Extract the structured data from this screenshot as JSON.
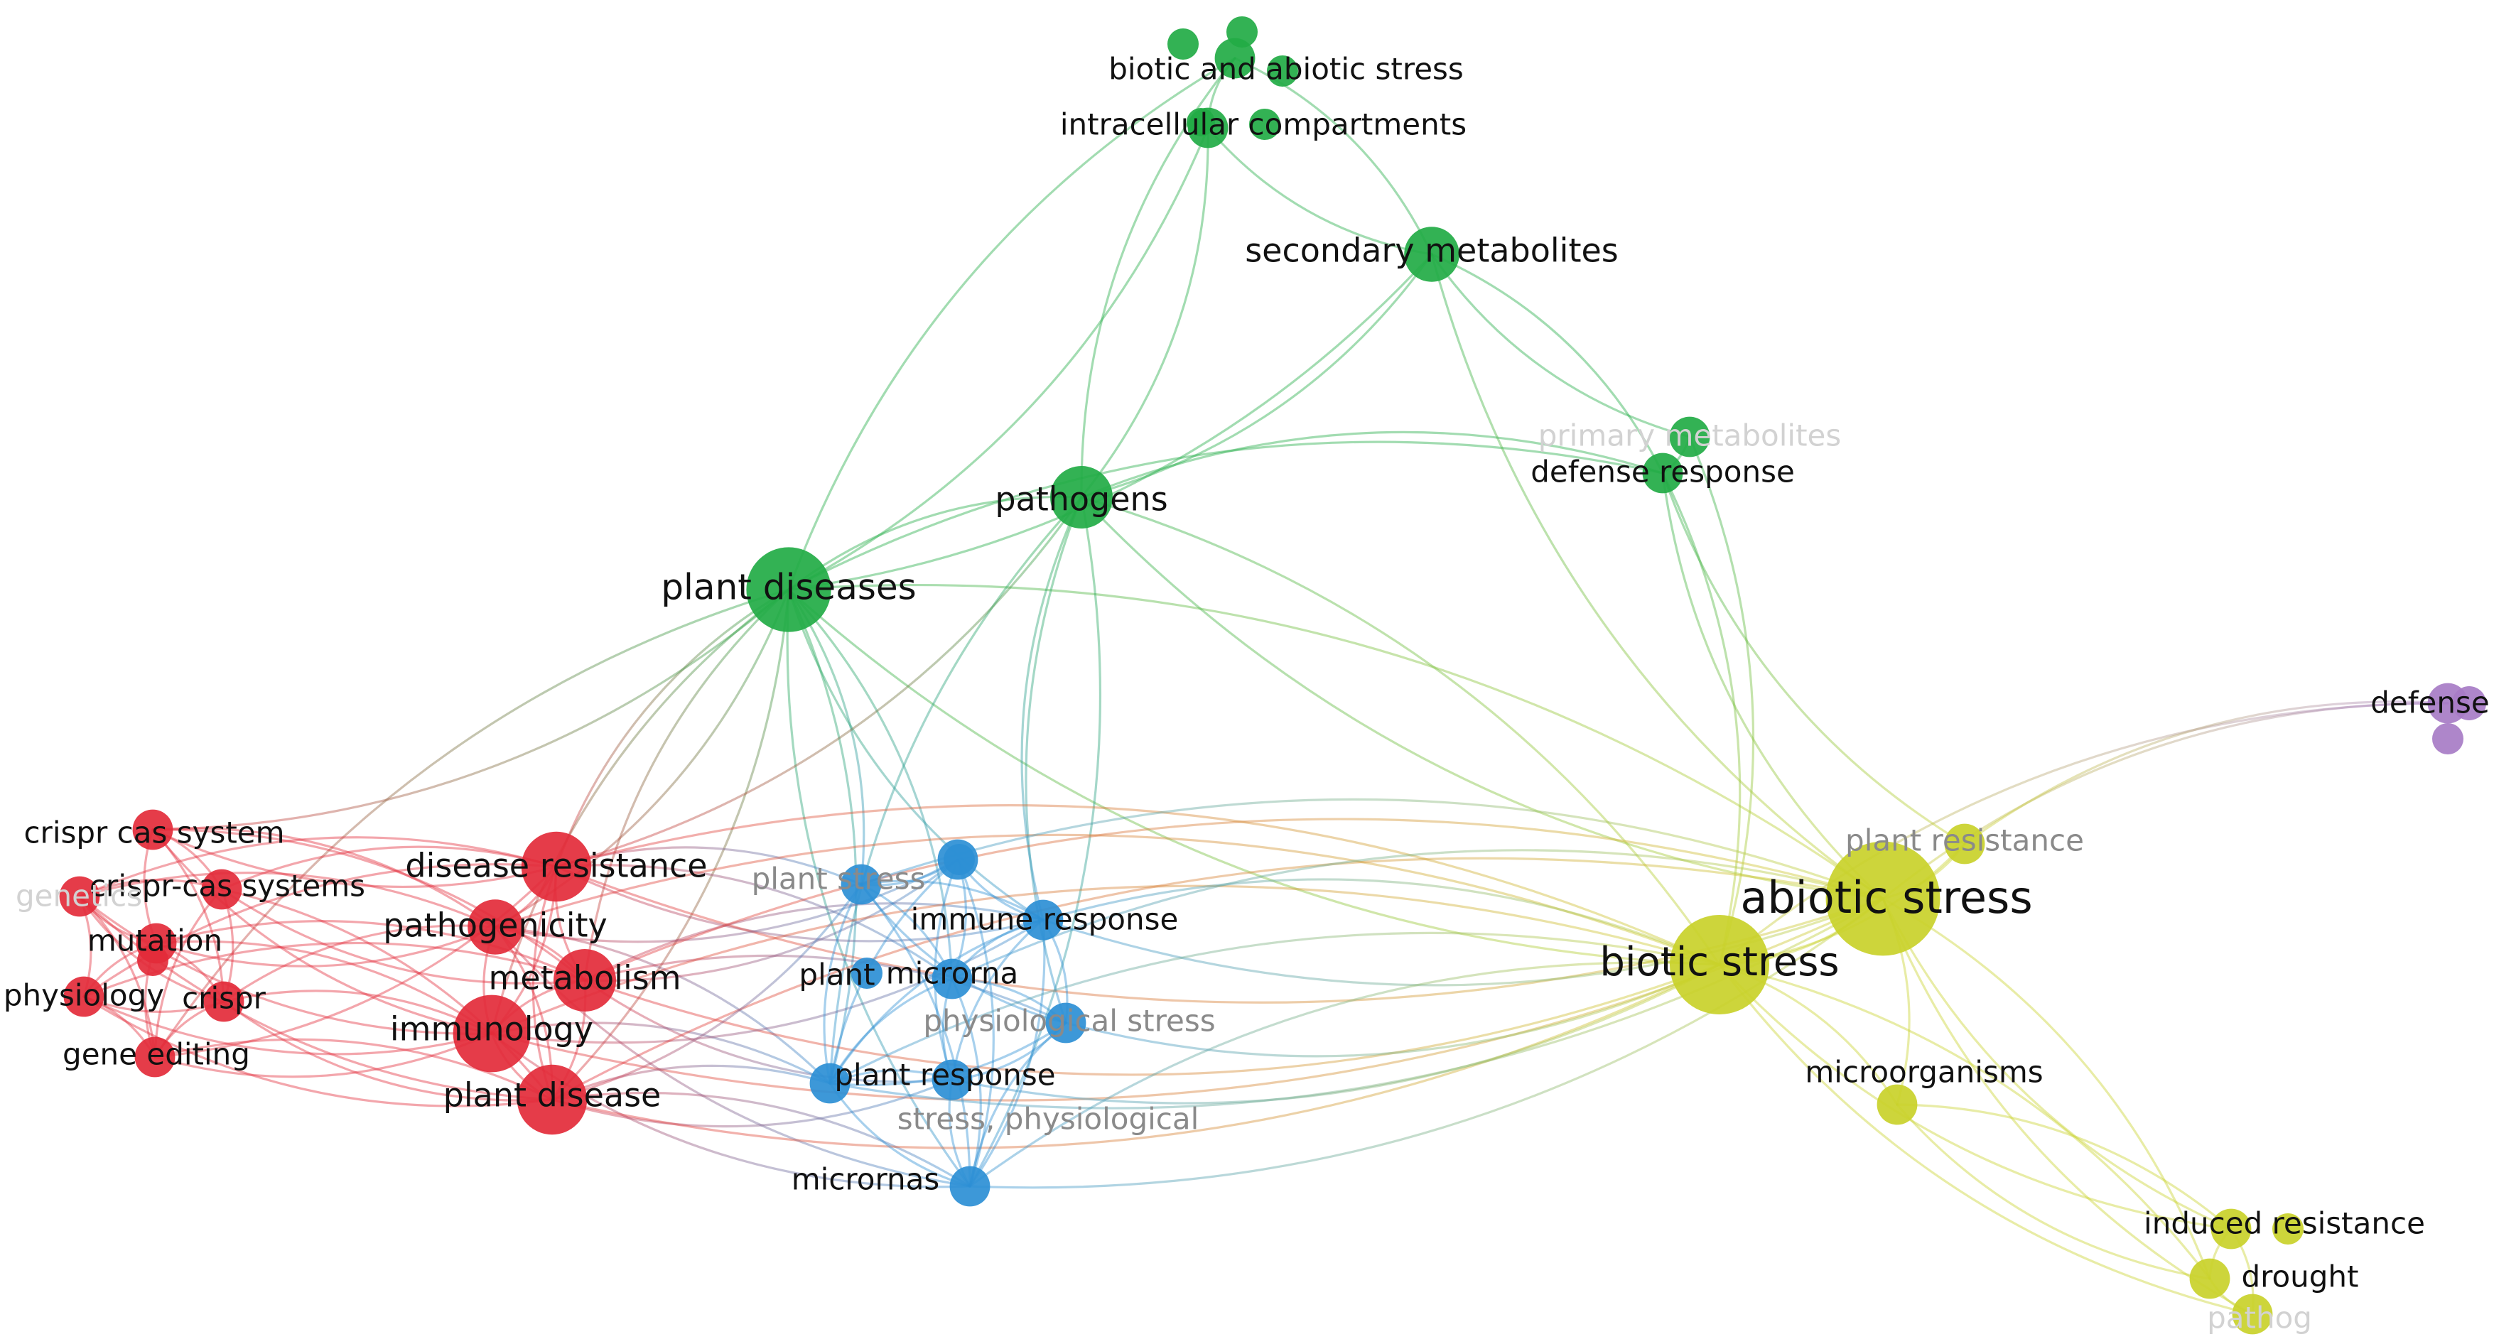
{
  "title": "",
  "clusters": {
    "red": "#e32b3a",
    "green": "#22ab45",
    "blue": "#2d8fd5",
    "yellow": "#c9d12a",
    "purple": "#a77cc6"
  },
  "nodes": [
    {
      "id": "biotic-and-abiotic-stress",
      "label": "biotic and abiotic stress",
      "cluster": "green",
      "weight": 2,
      "emphasis": "normal"
    },
    {
      "id": "intracellular-compartments",
      "label": "intracellular compartments",
      "cluster": "green",
      "weight": 2,
      "emphasis": "normal"
    },
    {
      "id": "secondary-metabolites",
      "label": "secondary metabolites",
      "cluster": "green",
      "weight": 4,
      "emphasis": "normal"
    },
    {
      "id": "primary-metabolites",
      "label": "primary metabolites",
      "cluster": "green",
      "weight": 2,
      "emphasis": "ghost"
    },
    {
      "id": "defense-response",
      "label": "defense response",
      "cluster": "green",
      "weight": 2,
      "emphasis": "normal"
    },
    {
      "id": "pathogens",
      "label": "pathogens",
      "cluster": "green",
      "weight": 5,
      "emphasis": "normal"
    },
    {
      "id": "plant-diseases",
      "label": "plant diseases",
      "cluster": "green",
      "weight": 8,
      "emphasis": "normal"
    },
    {
      "id": "crispr-cas-system",
      "label": "crispr cas system",
      "cluster": "red",
      "weight": 2,
      "emphasis": "normal"
    },
    {
      "id": "crispr-cas-systems",
      "label": "crispr-cas systems",
      "cluster": "red",
      "weight": 2,
      "emphasis": "normal"
    },
    {
      "id": "genetics",
      "label": "genetics",
      "cluster": "red",
      "weight": 2,
      "emphasis": "ghost"
    },
    {
      "id": "mutation",
      "label": "mutation",
      "cluster": "red",
      "weight": 2,
      "emphasis": "normal"
    },
    {
      "id": "physiology",
      "label": "physiology",
      "cluster": "red",
      "weight": 2,
      "emphasis": "normal"
    },
    {
      "id": "crispr",
      "label": "crispr",
      "cluster": "red",
      "weight": 2,
      "emphasis": "normal"
    },
    {
      "id": "gene-editing",
      "label": "gene editing",
      "cluster": "red",
      "weight": 2,
      "emphasis": "normal"
    },
    {
      "id": "disease-resistance",
      "label": "disease resistance",
      "cluster": "red",
      "weight": 6,
      "emphasis": "normal"
    },
    {
      "id": "pathogenicity",
      "label": "pathogenicity",
      "cluster": "red",
      "weight": 4,
      "emphasis": "normal"
    },
    {
      "id": "metabolism",
      "label": "metabolism",
      "cluster": "red",
      "weight": 5,
      "emphasis": "normal"
    },
    {
      "id": "immunology",
      "label": "immunology",
      "cluster": "red",
      "weight": 7,
      "emphasis": "normal"
    },
    {
      "id": "plant-disease",
      "label": "plant disease",
      "cluster": "red",
      "weight": 6,
      "emphasis": "normal"
    },
    {
      "id": "plant-stress",
      "label": "plant stress",
      "cluster": "blue",
      "weight": 2,
      "emphasis": "faded"
    },
    {
      "id": "immune-response",
      "label": "immune response",
      "cluster": "blue",
      "weight": 2,
      "emphasis": "normal"
    },
    {
      "id": "plant",
      "label": "plant",
      "cluster": "blue",
      "weight": 2,
      "emphasis": "normal"
    },
    {
      "id": "microrna",
      "label": "microrna",
      "cluster": "blue",
      "weight": 2,
      "emphasis": "normal"
    },
    {
      "id": "physiological-stress",
      "label": "physiological stress",
      "cluster": "blue",
      "weight": 2,
      "emphasis": "faded"
    },
    {
      "id": "plant-response",
      "label": "plant response",
      "cluster": "blue",
      "weight": 2,
      "emphasis": "normal"
    },
    {
      "id": "stress-physiological",
      "label": "stress, physiological",
      "cluster": "blue",
      "weight": 2,
      "emphasis": "faded"
    },
    {
      "id": "micrornas",
      "label": "micrornas",
      "cluster": "blue",
      "weight": 2,
      "emphasis": "normal"
    },
    {
      "id": "plant-resistance",
      "label": "plant resistance",
      "cluster": "yellow",
      "weight": 2,
      "emphasis": "faded"
    },
    {
      "id": "abiotic-stress",
      "label": "abiotic stress",
      "cluster": "yellow",
      "weight": 12,
      "emphasis": "normal"
    },
    {
      "id": "biotic-stress",
      "label": "biotic stress",
      "cluster": "yellow",
      "weight": 10,
      "emphasis": "normal"
    },
    {
      "id": "microorganisms",
      "label": "microorganisms",
      "cluster": "yellow",
      "weight": 2,
      "emphasis": "normal"
    },
    {
      "id": "induced-resistance",
      "label": "induced resistance",
      "cluster": "yellow",
      "weight": 2,
      "emphasis": "normal"
    },
    {
      "id": "drought",
      "label": "drought",
      "cluster": "yellow",
      "weight": 2,
      "emphasis": "normal"
    },
    {
      "id": "pathog",
      "label": "pathog",
      "cluster": "yellow",
      "weight": 2,
      "emphasis": "ghost"
    },
    {
      "id": "defense",
      "label": "defense",
      "cluster": "purple",
      "weight": 2,
      "emphasis": "normal"
    }
  ],
  "links": [
    [
      "plant-diseases",
      "pathogens"
    ],
    [
      "plant-diseases",
      "secondary-metabolites"
    ],
    [
      "plant-diseases",
      "biotic-and-abiotic-stress"
    ],
    [
      "plant-diseases",
      "intracellular-compartments"
    ],
    [
      "plant-diseases",
      "defense-response"
    ],
    [
      "pathogens",
      "secondary-metabolites"
    ],
    [
      "pathogens",
      "biotic-and-abiotic-stress"
    ],
    [
      "pathogens",
      "intracellular-compartments"
    ],
    [
      "pathogens",
      "defense-response"
    ],
    [
      "secondary-metabolites",
      "biotic-and-abiotic-stress"
    ],
    [
      "secondary-metabolites",
      "intracellular-compartments"
    ],
    [
      "secondary-metabolites",
      "primary-metabolites"
    ],
    [
      "secondary-metabolites",
      "defense-response"
    ],
    [
      "biotic-and-abiotic-stress",
      "intracellular-compartments"
    ],
    [
      "primary-metabolites",
      "defense-response"
    ],
    [
      "defense-response",
      "abiotic-stress"
    ],
    [
      "defense-response",
      "biotic-stress"
    ],
    [
      "secondary-metabolites",
      "abiotic-stress"
    ],
    [
      "primary-metabolites",
      "biotic-stress"
    ],
    [
      "plant-diseases",
      "disease-resistance"
    ],
    [
      "plant-diseases",
      "pathogenicity"
    ],
    [
      "plant-diseases",
      "immunology"
    ],
    [
      "plant-diseases",
      "plant-disease"
    ],
    [
      "plant-diseases",
      "metabolism"
    ],
    [
      "plant-diseases",
      "crispr-cas-system"
    ],
    [
      "plant-diseases",
      "gene-editing"
    ],
    [
      "plant-diseases",
      "plant-stress"
    ],
    [
      "plant-diseases",
      "immune-response"
    ],
    [
      "plant-diseases",
      "plant-response"
    ],
    [
      "plant-diseases",
      "micrornas"
    ],
    [
      "plant-diseases",
      "microrna"
    ],
    [
      "plant-diseases",
      "biotic-stress"
    ],
    [
      "plant-diseases",
      "abiotic-stress"
    ],
    [
      "pathogens",
      "plant-response"
    ],
    [
      "pathogens",
      "micrornas"
    ],
    [
      "pathogens",
      "immune-response"
    ],
    [
      "pathogens",
      "biotic-stress"
    ],
    [
      "pathogens",
      "abiotic-stress"
    ],
    [
      "pathogens",
      "disease-resistance"
    ],
    [
      "pathogens",
      "physiological-stress"
    ],
    [
      "crispr-cas-system",
      "crispr-cas-systems"
    ],
    [
      "crispr-cas-system",
      "mutation"
    ],
    [
      "crispr-cas-system",
      "crispr"
    ],
    [
      "crispr-cas-system",
      "disease-resistance"
    ],
    [
      "crispr-cas-system",
      "pathogenicity"
    ],
    [
      "crispr-cas-system",
      "immunology"
    ],
    [
      "crispr-cas-system",
      "metabolism"
    ],
    [
      "crispr-cas-systems",
      "genetics"
    ],
    [
      "crispr-cas-systems",
      "crispr"
    ],
    [
      "crispr-cas-systems",
      "gene-editing"
    ],
    [
      "crispr-cas-systems",
      "disease-resistance"
    ],
    [
      "crispr-cas-systems",
      "metabolism"
    ],
    [
      "crispr-cas-systems",
      "plant-disease"
    ],
    [
      "genetics",
      "mutation"
    ],
    [
      "genetics",
      "physiology"
    ],
    [
      "genetics",
      "crispr"
    ],
    [
      "genetics",
      "gene-editing"
    ],
    [
      "genetics",
      "immunology"
    ],
    [
      "genetics",
      "disease-resistance"
    ],
    [
      "genetics",
      "plant-disease"
    ],
    [
      "genetics",
      "pathogenicity"
    ],
    [
      "mutation",
      "physiology"
    ],
    [
      "mutation",
      "crispr"
    ],
    [
      "mutation",
      "gene-editing"
    ],
    [
      "mutation",
      "immunology"
    ],
    [
      "mutation",
      "pathogenicity"
    ],
    [
      "mutation",
      "metabolism"
    ],
    [
      "physiology",
      "crispr"
    ],
    [
      "physiology",
      "gene-editing"
    ],
    [
      "physiology",
      "immunology"
    ],
    [
      "physiology",
      "metabolism"
    ],
    [
      "physiology",
      "plant-disease"
    ],
    [
      "physiology",
      "disease-resistance"
    ],
    [
      "crispr",
      "gene-editing"
    ],
    [
      "crispr",
      "immunology"
    ],
    [
      "crispr",
      "plant-disease"
    ],
    [
      "crispr",
      "pathogenicity"
    ],
    [
      "gene-editing",
      "immunology"
    ],
    [
      "gene-editing",
      "plant-disease"
    ],
    [
      "gene-editing",
      "disease-resistance"
    ],
    [
      "disease-resistance",
      "pathogenicity"
    ],
    [
      "disease-resistance",
      "metabolism"
    ],
    [
      "disease-resistance",
      "immunology"
    ],
    [
      "disease-resistance",
      "plant-disease"
    ],
    [
      "pathogenicity",
      "metabolism"
    ],
    [
      "pathogenicity",
      "immunology"
    ],
    [
      "pathogenicity",
      "plant-disease"
    ],
    [
      "metabolism",
      "immunology"
    ],
    [
      "metabolism",
      "plant-disease"
    ],
    [
      "immunology",
      "plant-disease"
    ],
    [
      "disease-resistance",
      "plant-stress"
    ],
    [
      "disease-resistance",
      "immune-response"
    ],
    [
      "disease-resistance",
      "biotic-stress"
    ],
    [
      "disease-resistance",
      "abiotic-stress"
    ],
    [
      "disease-resistance",
      "microrna"
    ],
    [
      "pathogenicity",
      "plant"
    ],
    [
      "pathogenicity",
      "plant-response"
    ],
    [
      "pathogenicity",
      "micrornas"
    ],
    [
      "pathogenicity",
      "biotic-stress"
    ],
    [
      "metabolism",
      "plant"
    ],
    [
      "metabolism",
      "physiological-stress"
    ],
    [
      "metabolism",
      "stress-physiological"
    ],
    [
      "metabolism",
      "immune-response"
    ],
    [
      "metabolism",
      "biotic-stress"
    ],
    [
      "metabolism",
      "abiotic-stress"
    ],
    [
      "immunology",
      "micrornas"
    ],
    [
      "immunology",
      "plant-response"
    ],
    [
      "immunology",
      "immune-response"
    ],
    [
      "immunology",
      "biotic-stress"
    ],
    [
      "immunology",
      "abiotic-stress"
    ],
    [
      "plant-disease",
      "micrornas"
    ],
    [
      "plant-disease",
      "stress-physiological"
    ],
    [
      "plant-disease",
      "plant-response"
    ],
    [
      "plant-disease",
      "biotic-stress"
    ],
    [
      "plant-disease",
      "abiotic-stress"
    ],
    [
      "plant-disease",
      "plant-stress"
    ],
    [
      "plant-stress",
      "immune-response"
    ],
    [
      "plant-stress",
      "plant"
    ],
    [
      "plant-stress",
      "microrna"
    ],
    [
      "plant-stress",
      "plant-response"
    ],
    [
      "plant-stress",
      "micrornas"
    ],
    [
      "plant-stress",
      "physiological-stress"
    ],
    [
      "immune-response",
      "plant"
    ],
    [
      "immune-response",
      "microrna"
    ],
    [
      "immune-response",
      "physiological-stress"
    ],
    [
      "immune-response",
      "plant-response"
    ],
    [
      "immune-response",
      "micrornas"
    ],
    [
      "immune-response",
      "stress-physiological"
    ],
    [
      "plant",
      "microrna"
    ],
    [
      "plant",
      "plant-response"
    ],
    [
      "plant",
      "micrornas"
    ],
    [
      "plant",
      "stress-physiological"
    ],
    [
      "microrna",
      "physiological-stress"
    ],
    [
      "microrna",
      "plant-response"
    ],
    [
      "microrna",
      "micrornas"
    ],
    [
      "microrna",
      "stress-physiological"
    ],
    [
      "physiological-stress",
      "plant-response"
    ],
    [
      "physiological-stress",
      "micrornas"
    ],
    [
      "physiological-stress",
      "stress-physiological"
    ],
    [
      "plant-response",
      "micrornas"
    ],
    [
      "plant-response",
      "stress-physiological"
    ],
    [
      "stress-physiological",
      "micrornas"
    ],
    [
      "immune-response",
      "biotic-stress"
    ],
    [
      "immune-response",
      "abiotic-stress"
    ],
    [
      "plant-response",
      "biotic-stress"
    ],
    [
      "plant-response",
      "abiotic-stress"
    ],
    [
      "micrornas",
      "biotic-stress"
    ],
    [
      "micrornas",
      "abiotic-stress"
    ],
    [
      "microrna",
      "abiotic-stress"
    ],
    [
      "stress-physiological",
      "biotic-stress"
    ],
    [
      "plant-stress",
      "abiotic-stress"
    ],
    [
      "physiological-stress",
      "biotic-stress"
    ],
    [
      "abiotic-stress",
      "biotic-stress"
    ],
    [
      "abiotic-stress",
      "plant-resistance"
    ],
    [
      "abiotic-stress",
      "microorganisms"
    ],
    [
      "abiotic-stress",
      "induced-resistance"
    ],
    [
      "abiotic-stress",
      "drought"
    ],
    [
      "abiotic-stress",
      "pathog"
    ],
    [
      "abiotic-stress",
      "defense"
    ],
    [
      "biotic-stress",
      "plant-resistance"
    ],
    [
      "biotic-stress",
      "microorganisms"
    ],
    [
      "biotic-stress",
      "induced-resistance"
    ],
    [
      "biotic-stress",
      "drought"
    ],
    [
      "biotic-stress",
      "pathog"
    ],
    [
      "biotic-stress",
      "defense"
    ],
    [
      "induced-resistance",
      "drought"
    ],
    [
      "induced-resistance",
      "pathog"
    ],
    [
      "drought",
      "pathog"
    ],
    [
      "microorganisms",
      "induced-resistance"
    ],
    [
      "microorganisms",
      "drought"
    ],
    [
      "plant-resistance",
      "defense"
    ],
    [
      "defense-response",
      "plant-resistance"
    ]
  ]
}
